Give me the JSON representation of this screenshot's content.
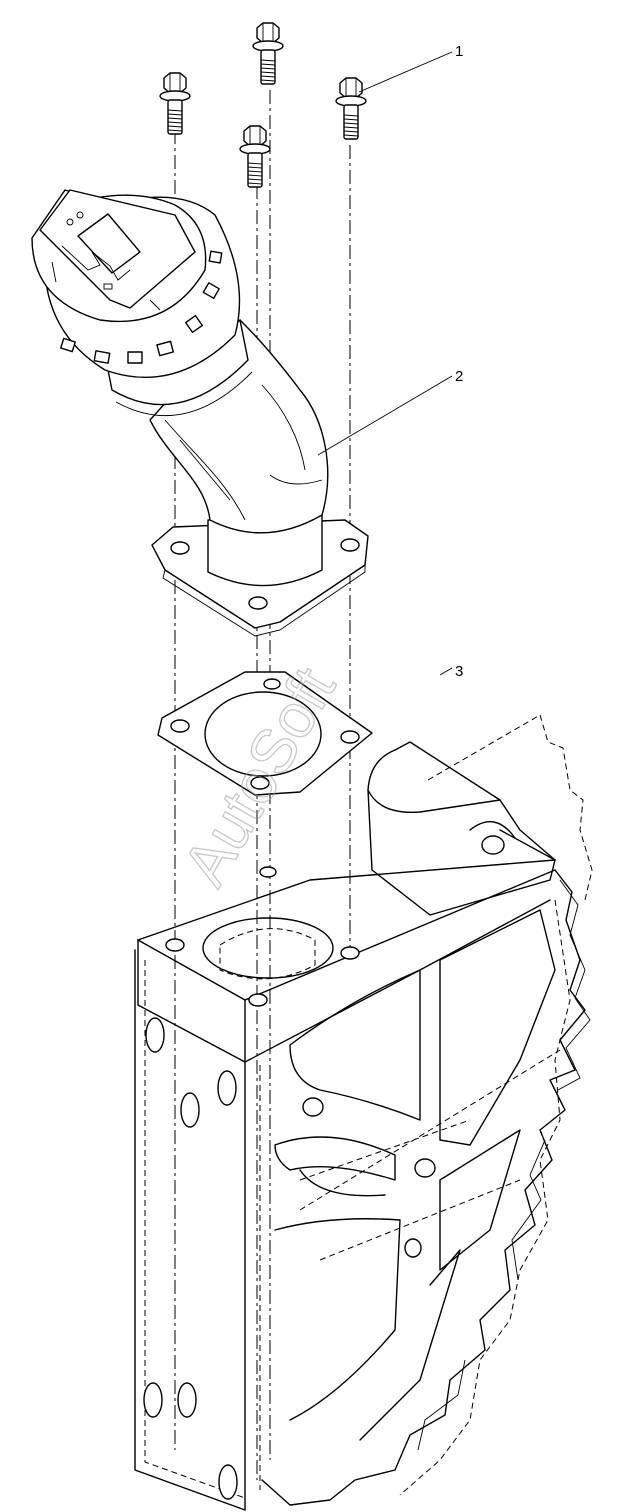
{
  "diagram": {
    "callouts": [
      {
        "id": "1",
        "label": "1"
      },
      {
        "id": "2",
        "label": "2"
      },
      {
        "id": "3",
        "label": "3"
      }
    ],
    "watermark": "AutoSoft",
    "parts": {
      "bolts": "flange-bolt-icon",
      "control_lever": "joystick-lever-icon",
      "gasket": "gasket-icon",
      "console_frame": "console-frame-icon"
    },
    "colors": {
      "line": "#000000",
      "background": "#ffffff",
      "watermark": "#9a9a9a"
    }
  }
}
